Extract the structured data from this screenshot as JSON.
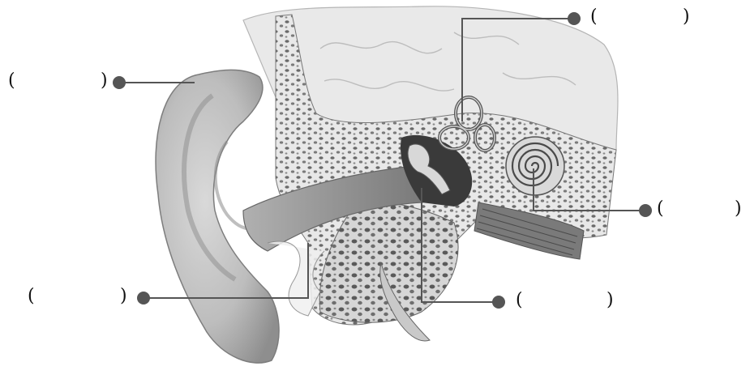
{
  "diagram": {
    "subject": "ear-anatomy-cross-section",
    "palette": {
      "skin": "#cfcfcf",
      "skin_dark": "#9a9a9a",
      "bone": "#e2e2e2",
      "bone_spots": "#6e6e6e",
      "brain": "#e6e6e6",
      "canal": "#8a8a8a",
      "leader": "#555555",
      "dot": "#555555",
      "text": "#111111"
    },
    "labels": [
      {
        "id": "label-top",
        "open": "(",
        "close": ")",
        "answer": ""
      },
      {
        "id": "label-outer-ear",
        "open": "(",
        "close": ")",
        "answer": ""
      },
      {
        "id": "label-cochlea",
        "open": "(",
        "close": ")",
        "answer": ""
      },
      {
        "id": "label-canal",
        "open": "(",
        "close": ")",
        "answer": ""
      },
      {
        "id": "label-eardrum",
        "open": "(",
        "close": ")",
        "answer": ""
      }
    ]
  }
}
